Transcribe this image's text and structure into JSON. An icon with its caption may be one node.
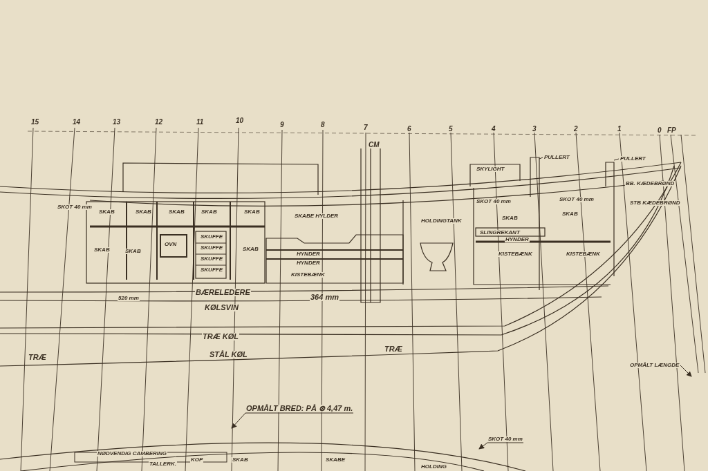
{
  "diagram": {
    "nodes": [
      {
        "text": [
          "PULLERT"
        ]
      },
      {
        "text": [
          "PULLERT"
        ]
      },
      {
        "text": [
          "OPMÅLT BRED: PÅ ⊗ 4,47 m."
        ]
      },
      {
        "text": [
          "OPMÅLT LÆNGDE"
        ]
      },
      {
        "text": [
          "SKOT 40 mm"
        ]
      }
    ],
    "edges": [
      {
        "from": 0,
        "to": null,
        "arrow": "none"
      },
      {
        "from": 1,
        "to": null,
        "arrow": "none"
      },
      {
        "from": 2,
        "to": null,
        "arrow": "to"
      },
      {
        "from": 3,
        "to": null,
        "arrow": "to"
      },
      {
        "from": 4,
        "to": null,
        "arrow": "to"
      }
    ],
    "labels": [
      "15",
      "14",
      "13",
      "12",
      "11",
      "10",
      "9",
      "8",
      "7",
      "CM",
      "6",
      "5",
      "4",
      "3",
      "2",
      "1",
      "0",
      "FP",
      "SKYLIGHT",
      "SKOT 40 mm",
      "SKAB",
      "SKAB",
      "SKAB",
      "SKAB",
      "SKAB",
      "SKABE HYLDER",
      "SKOT 40 mm",
      "SKAB",
      "SKOT 40 mm",
      "SKAB",
      "BB. KÆDEBRØND",
      "STB KÆDEBRØND",
      "SKAB",
      "SKAB",
      "OVN",
      "SKUFFE",
      "SKUFFE",
      "SKUFFE",
      "SKUFFE",
      "SKAB",
      "HYNDER",
      "HYNDER",
      "KISTEBÆNK",
      "HOLDINGTANK",
      "SLINGREKANT",
      "HYNDER",
      "KISTEBÆNK",
      "KISTEBÆNK",
      "520 mm",
      "BÆRELEDERE",
      "364 mm",
      "KØLSVIN",
      "TRÆ KØL",
      "STÅL KØL",
      "TRÆ",
      "TRÆ",
      "NØDVENDIG CAMBERING",
      "SKAB",
      "SKABE",
      "TALLERK.",
      "KOP",
      "HOLDING"
    ]
  }
}
